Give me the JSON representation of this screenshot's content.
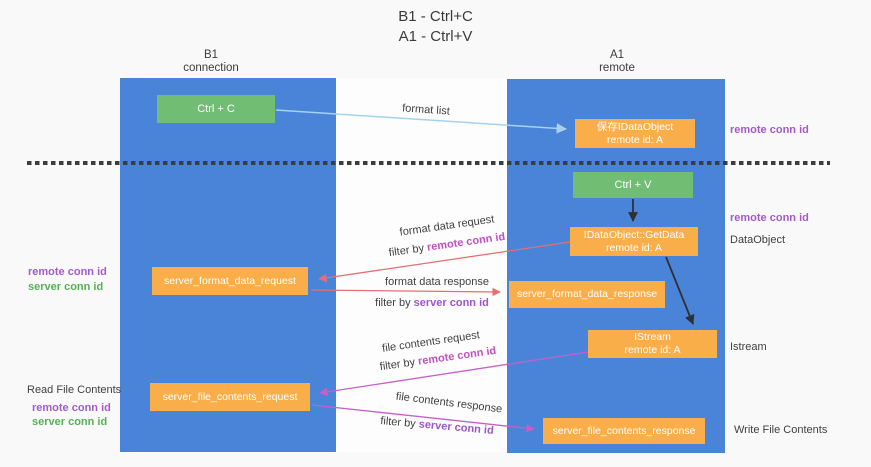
{
  "title": {
    "line1": "B1 - Ctrl+C",
    "line2": "A1 - Ctrl+V"
  },
  "lanes": {
    "b1": {
      "title": "B1",
      "subtitle": "connection"
    },
    "a1": {
      "title": "A1",
      "subtitle": "remote"
    }
  },
  "nodes": {
    "ctrl_c": {
      "label": "Ctrl + C"
    },
    "save_idataobject": {
      "line1": "保存IDataObject",
      "line2": "remote id: A"
    },
    "ctrl_v": {
      "label": "Ctrl + V"
    },
    "getdata": {
      "line1": "IDataObject::GetData",
      "line2": "remote id: A"
    },
    "server_format_data_request": {
      "label": "server_format_data_request"
    },
    "server_format_data_response": {
      "label": "server_format_data_response"
    },
    "istream": {
      "line1": "IStream",
      "line2": "remote id: A"
    },
    "server_file_contents_request": {
      "label": "server_file_contents_request"
    },
    "server_file_contents_response": {
      "label": "server_file_contents_response"
    }
  },
  "arrow_labels": {
    "format_list": "format list",
    "format_data_request": "format data request",
    "format_data_response": "format data response",
    "file_contents_request": "file contents request",
    "file_contents_response": "file contents response",
    "filter_by": "filter by"
  },
  "side_labels": {
    "remote_conn_id": "remote conn id",
    "server_conn_id": "server conn id",
    "dataobject": "DataObject",
    "istream": "Istream",
    "read_file_contents": "Read File Contents",
    "write_file_contents": "Write File Contents"
  },
  "colors": {
    "lane_blue": "#4a84d9",
    "box_green": "#71bd74",
    "box_orange": "#f9ae49",
    "arrow_light_blue": "#a5d2f1",
    "arrow_red": "#e66f6f",
    "arrow_magenta": "#c75fc8",
    "arrow_black": "#303030",
    "dashed_line": "#3d3d3d",
    "text_purple": "#a35bc8",
    "text_green": "#55b055",
    "text_magenta": "#c24fc2",
    "text_violet": "#9d54cd"
  }
}
